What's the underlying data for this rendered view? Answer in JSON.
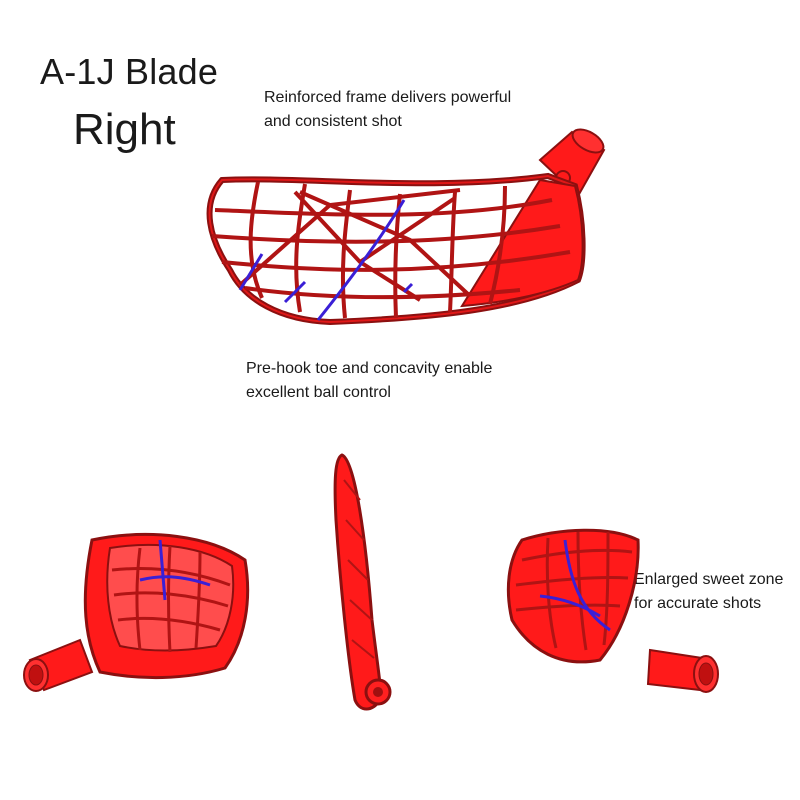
{
  "title": {
    "line1": "A-1J Blade",
    "line2": "Right"
  },
  "captions": {
    "frame": [
      "Reinforced frame delivers powerful",
      "and consistent shot"
    ],
    "hook": [
      "Pre-hook toe and concavity enable",
      "excellent ball control"
    ],
    "sweet_zone": [
      "Enlarged sweet zone",
      "for accurate shots"
    ]
  },
  "colors": {
    "blade_fill": "#ff1a1a",
    "blade_stroke": "#8b1010",
    "accent_line": "#3a1fd6",
    "background": "#ffffff"
  },
  "views": [
    "front-view",
    "left-angle-view",
    "top-edge-view",
    "right-angle-view"
  ]
}
